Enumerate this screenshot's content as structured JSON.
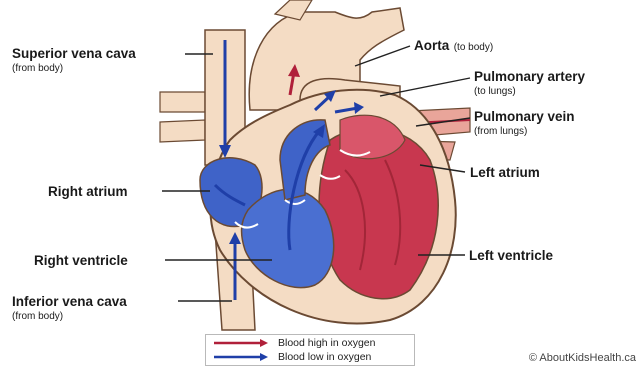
{
  "labels": {
    "superior_vena_cava": {
      "name": "Superior vena cava",
      "note": "(from body)"
    },
    "aorta": {
      "name": "Aorta",
      "note": "(to body)"
    },
    "pulmonary_artery": {
      "name": "Pulmonary artery",
      "note": "(to lungs)"
    },
    "pulmonary_vein": {
      "name": "Pulmonary vein",
      "note": "(from lungs)"
    },
    "left_atrium": {
      "name": "Left atrium"
    },
    "right_atrium": {
      "name": "Right atrium"
    },
    "right_ventricle": {
      "name": "Right ventricle"
    },
    "left_ventricle": {
      "name": "Left ventricle"
    },
    "inferior_vena_cava": {
      "name": "Inferior vena cava",
      "note": "(from body)"
    }
  },
  "legend": {
    "high_oxygen": {
      "label": "Blood high in oxygen",
      "color": "#b0203a"
    },
    "low_oxygen": {
      "label": "Blood low in oxygen",
      "color": "#1f3fa8"
    }
  },
  "credit": "© AboutKidsHealth.ca",
  "colors": {
    "vessel_tan": "#f4dcc4",
    "outline": "#6b4a33",
    "red_chamber": "#c8374f",
    "blue_chamber": "#3f63c8"
  }
}
